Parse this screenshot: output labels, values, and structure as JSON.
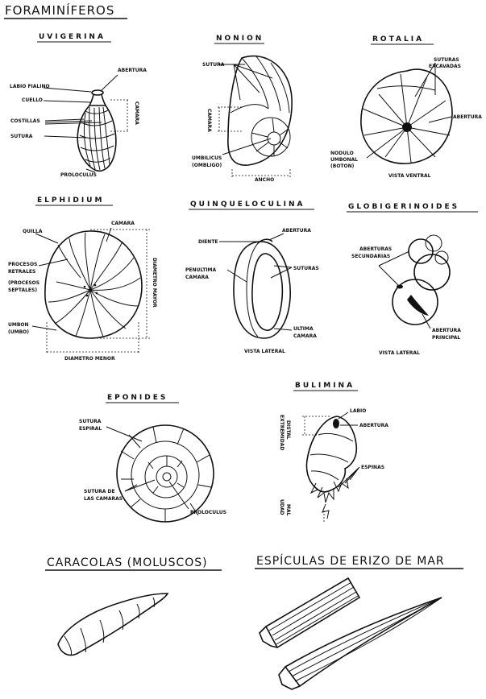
{
  "title": "FORAMINÍFEROS",
  "uvigerina": {
    "title": "UVIGERINA",
    "labels": [
      "ABERTURA",
      "LABIO FIALINO",
      "CUELLO",
      "CAMARA",
      "COSTILLAS",
      "SUTURA",
      "PROLOCULUS"
    ]
  },
  "nonion": {
    "title": "NONION",
    "labels": [
      "SUTURA",
      "CAMARA",
      "UMBILICUS",
      "(OMBLIGO)",
      "ANCHO"
    ]
  },
  "rotalia": {
    "title": "ROTALIA",
    "labels": [
      "SUTURAS",
      "EXCAVADAS",
      "ABERTURA",
      "NODULO",
      "UMBONAL",
      "(BOTON)",
      "VISTA VENTRAL"
    ]
  },
  "elphidium": {
    "title": "ELPHIDIUM",
    "labels": [
      "CAMARA",
      "QUILLA",
      "PROCESOS",
      "RETRALES",
      "(PROCESOS",
      "SEPTALES)",
      "UMBON",
      "(UMBO)",
      "DIAMETRO MAYOR",
      "DIAMETRO MENOR"
    ]
  },
  "quinqueloculina": {
    "title": "QUINQUELOCULINA",
    "labels": [
      "ABERTURA",
      "DIENTE",
      "SUTURAS",
      "PENULTIMA",
      "CAMARA",
      "ULTIMA",
      "CAMARA",
      "VISTA LATERAL"
    ]
  },
  "globigerinoides": {
    "title": "GLOBIGERINOIDES",
    "labels": [
      "ABERTURAS",
      "SECUNDARIAS",
      "ABERTURA",
      "PRINCIPAL",
      "VISTA LATERAL"
    ]
  },
  "eponides": {
    "title": "EPONIDES",
    "labels": [
      "SUTURA",
      "ESPIRAL",
      "SUTURA  DE",
      "LAS CAMARAS",
      "PROLOCULUS"
    ]
  },
  "bulimina": {
    "title": "BULIMINA",
    "labels": [
      "LABIO",
      "ABERTURA",
      "EXTREMIDAD",
      "DISTAL",
      "ESPINAS",
      "UDAD",
      "MAL"
    ]
  },
  "caracolas": {
    "title": "CARACOLAS (MOLUSCOS)"
  },
  "espiculas": {
    "title": "ESPÍCULAS DE ERIZO DE MAR"
  }
}
